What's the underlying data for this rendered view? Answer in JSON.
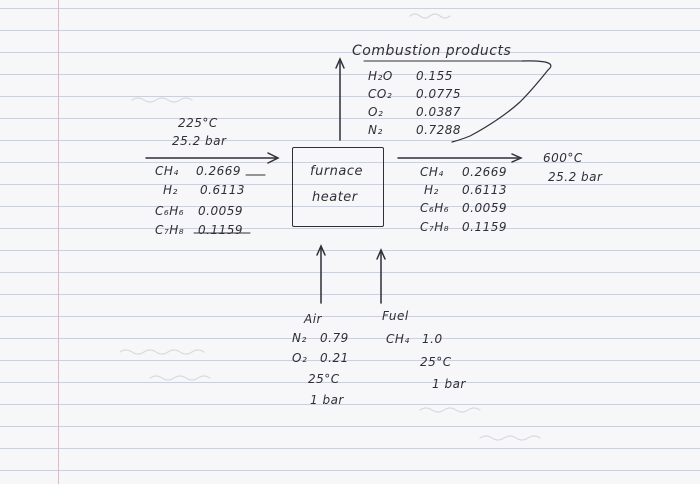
{
  "unit": {
    "name_top": "furnace",
    "name_bottom": "heater"
  },
  "combustion_products": {
    "title": "Combustion products",
    "components": [
      {
        "species": "H₂O",
        "value": "0.155"
      },
      {
        "species": "CO₂",
        "value": "0.0775"
      },
      {
        "species": "O₂",
        "value": "0.0387"
      },
      {
        "species": "N₂",
        "value": "0.7288"
      }
    ]
  },
  "feed_in": {
    "temperature": "225°C",
    "pressure": "25.2 bar",
    "components": [
      {
        "species": "CH₄",
        "value": "0.2669"
      },
      {
        "species": "H₂",
        "value": "0.6113"
      },
      {
        "species": "C₆H₆",
        "value": "0.0059"
      },
      {
        "species": "C₇H₈",
        "value": "0.1159"
      }
    ]
  },
  "feed_out": {
    "temperature": "600°C",
    "pressure": "25.2 bar",
    "components": [
      {
        "species": "CH₄",
        "value": "0.2669"
      },
      {
        "species": "H₂",
        "value": "0.6113"
      },
      {
        "species": "C₆H₆",
        "value": "0.0059"
      },
      {
        "species": "C₇H₈",
        "value": "0.1159"
      }
    ]
  },
  "air": {
    "title": "Air",
    "components": [
      {
        "species": "N₂",
        "value": "0.79"
      },
      {
        "species": "O₂",
        "value": "0.21"
      }
    ],
    "temperature": "25°C",
    "pressure": "1 bar"
  },
  "fuel": {
    "title": "Fuel",
    "components": [
      {
        "species": "CH₄",
        "value": "1.0"
      }
    ],
    "temperature": "25°C",
    "pressure": "1 bar"
  },
  "colors": {
    "ink": "#2f2f38",
    "rule": "#c7d0e6",
    "paper": "#f7f7f9"
  }
}
